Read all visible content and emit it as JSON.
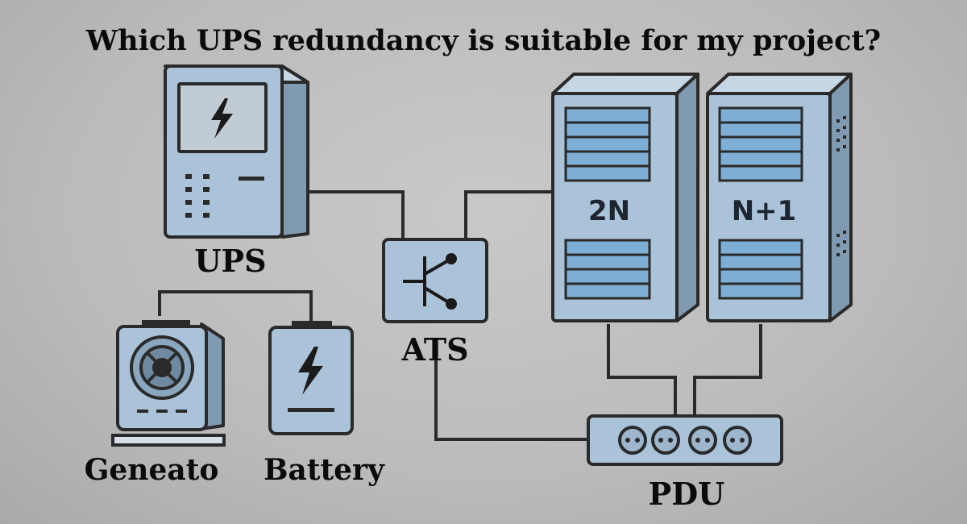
{
  "title": "Which UPS redundancy is suitable for my project?",
  "labels": {
    "ups": "UPS",
    "ats": "ATS",
    "generator": "Geneato",
    "battery": "Battery",
    "pdu": "PDU"
  },
  "racks": [
    {
      "label": "2N"
    },
    {
      "label": "N+1"
    }
  ],
  "icons": {
    "ups": "lightning-icon",
    "battery": "lightning-icon",
    "generator": "fan-icon",
    "ats": "switch-symbol-icon",
    "pdu": "socket-icon"
  },
  "colors": {
    "equipment_fill": "#aac3d8",
    "equipment_side": "#7f9ab1",
    "outline": "#2a2a2a",
    "background": "#bdbdbd"
  }
}
